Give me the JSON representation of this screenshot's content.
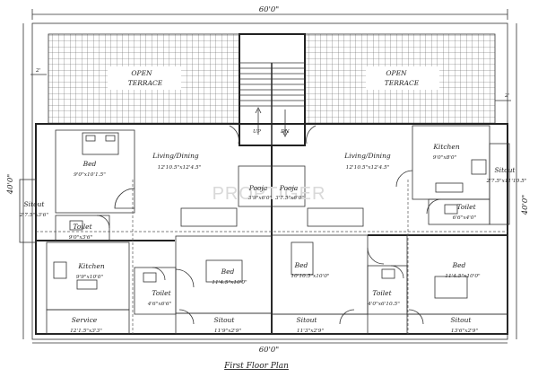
{
  "dimensions": {
    "top_width": "60'0\"",
    "bottom_width": "60'0\"",
    "left_depth": "40'0\"",
    "right_depth": "40'0\"",
    "offset_left": "2'",
    "offset_right": "2'"
  },
  "stairs": {
    "up_label": "UP",
    "down_label": "DN"
  },
  "watermark": "PROPTIGER",
  "rooms": {
    "terrace_left": {
      "name1": "OPEN",
      "name2": "TERRACE"
    },
    "terrace_right": {
      "name1": "OPEN",
      "name2": "TERRACE"
    },
    "bed_left_top": {
      "name": "Bed",
      "size": "9'0\"x10'1.5\""
    },
    "living_left": {
      "name": "Living/Dining",
      "size": "12'10.5\"x12'4.5\""
    },
    "pooja_left": {
      "name": "Pooja",
      "size": "3'9\"x6'0\""
    },
    "pooja_right": {
      "name": "Pooja",
      "size": "3'7.5\"x6'0\""
    },
    "living_right": {
      "name": "Living/Dining",
      "size": "12'10.5\"x12'4.5\""
    },
    "kitchen_right": {
      "name": "Kitchen",
      "size": "9'0\"x8'0\""
    },
    "sitout_right_side": {
      "name": "Sitout",
      "size": "2'7.5\"x11'10.5\""
    },
    "toilet_right_top": {
      "name": "Toilet",
      "size": "6'6\"x4'0\""
    },
    "sitout_left_side": {
      "name": "Sitout",
      "size": "2'7.5\"x3'6\""
    },
    "toilet_left_top": {
      "name": "Toilet",
      "size": "9'0\"x3'6\""
    },
    "kitchen_left": {
      "name": "Kitchen",
      "size": "9'9\"x10'0\""
    },
    "toilet_left_bottom": {
      "name": "Toilet",
      "size": "4'6\"x6'6\""
    },
    "bed_center_left": {
      "name": "Bed",
      "size": "11'4.5\"x10'0\""
    },
    "bed_center_right": {
      "name": "Bed",
      "size": "10'10.5\"x10'0\""
    },
    "toilet_right_bottom": {
      "name": "Toilet",
      "size": "4'0\"x6'10.5\""
    },
    "bed_right_bottom": {
      "name": "Bed",
      "size": "11'4.5\"x10'0\""
    },
    "service": {
      "name": "Service",
      "size": "12'1.5\"x3'3\""
    },
    "sitout_bottom_left": {
      "name": "Sitout",
      "size": "11'9\"x2'9\""
    },
    "sitout_bottom_center": {
      "name": "Sitout",
      "size": "11'3\"x2'9\""
    },
    "sitout_bottom_right": {
      "name": "Sitout",
      "size": "13'6\"x2'9\""
    }
  },
  "caption": "First Floor Plan"
}
